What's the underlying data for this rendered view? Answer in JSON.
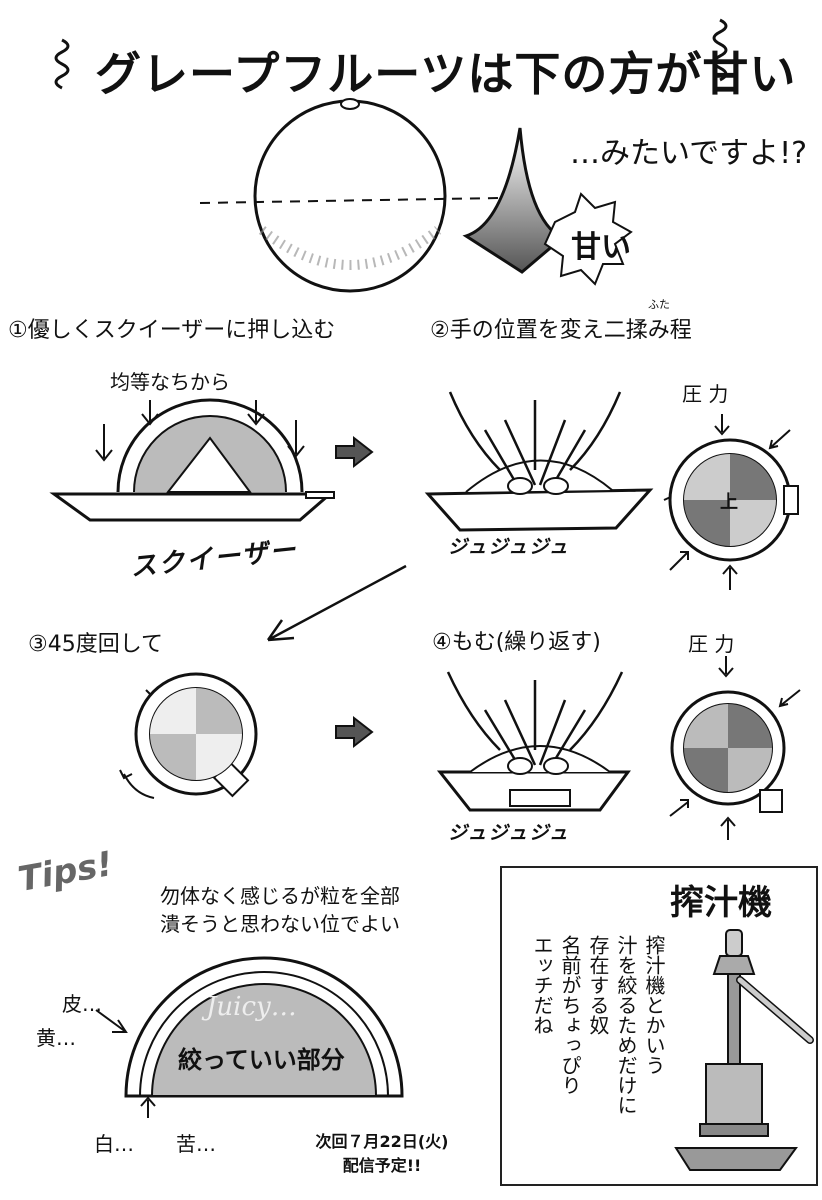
{
  "title": "グレープフルーツは下の方が甘い",
  "subtitle": "…みたいですよ!?",
  "amai": "甘い",
  "steps": {
    "s1": "①優しくスクイーザーに押し込む",
    "s2_main": "②手の位置を変え二揉み程",
    "s2_ruby": "ふた",
    "s3": "③45度回して",
    "s4": "④もむ(繰り返す)"
  },
  "labels": {
    "even_force": "均等なちから",
    "squeezer": "スクイーザー",
    "pressure": "圧 力",
    "top": "上",
    "sfx": "ジュジュジュ"
  },
  "tips": {
    "badge": "Tips!",
    "line1": "勿体なく感じるが粒を全部",
    "line2": "潰そうと思わない位でよい",
    "peel": "皮…",
    "yellow": "黄…",
    "white": "白…",
    "bitter": "苦…",
    "juicy": "Juicy…",
    "squeeze_ok": "絞っていい部分"
  },
  "juicer": {
    "title": "搾汁機",
    "line1": "搾汁機とかいう",
    "line2": "汁を絞るためだけに",
    "line3": "存在する奴",
    "line4": "名前がちょっぴり",
    "line5": "エッチだね"
  },
  "next": {
    "line1": "次回７月22日(火)",
    "line2": "配信予定!!"
  }
}
